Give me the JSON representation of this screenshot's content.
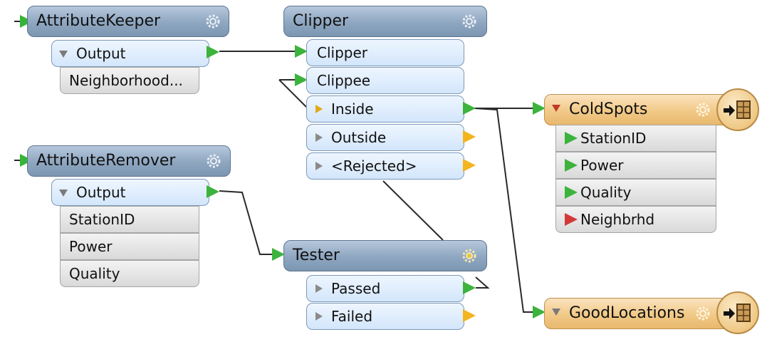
{
  "nodes": {
    "attribute_keeper": {
      "title": "AttributeKeeper",
      "output": "Output",
      "attrs": [
        "Neighborhood..."
      ]
    },
    "clipper": {
      "title": "Clipper",
      "inputs": [
        "Clipper",
        "Clippee"
      ],
      "outputs": [
        "Inside",
        "Outside",
        "<Rejected>"
      ]
    },
    "attribute_remover": {
      "title": "AttributeRemover",
      "output": "Output",
      "attrs": [
        "StationID",
        "Power",
        "Quality"
      ]
    },
    "tester": {
      "title": "Tester",
      "outputs": [
        "Passed",
        "Failed"
      ]
    },
    "cold_spots": {
      "title": "ColdSpots",
      "attrs": [
        "StationID",
        "Power",
        "Quality",
        "Neighbrhd"
      ]
    },
    "good_locations": {
      "title": "GoodLocations"
    }
  },
  "icons": [
    "gear-icon",
    "writer-table-icon",
    "port-arrow-icon"
  ],
  "colors": {
    "transformer": "#8ea6c0",
    "writer": "#f1c987",
    "connected_port": "#3cb33c",
    "unconnected_port": "#f2b51e",
    "unmatched_attr": "#d23a3a"
  }
}
